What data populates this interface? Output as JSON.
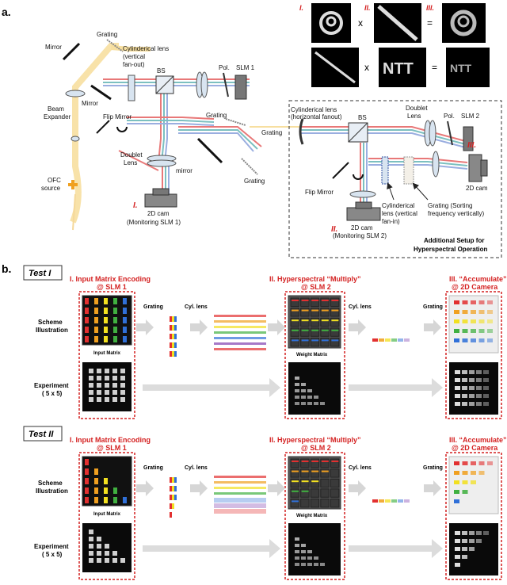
{
  "panel_a": {
    "label": "a.",
    "labels": {
      "grating_top": "Grating",
      "mirror_top": "Mirror",
      "cyl_lens_l1": "Cylinderical lens",
      "cyl_lens_l2": "(vertical",
      "cyl_lens_l3": "fan-out)",
      "bs": "BS",
      "pol": "Pol.",
      "slm1": "SLM 1",
      "mirror_mid": "Mirror",
      "beam_expander_1": "Beam",
      "beam_expander_2": "Expander",
      "flip_mirror": "Flip Mirror",
      "grating_mid": "Grating",
      "doublet_1": "Doublet",
      "doublet_2": "Lens",
      "mirror_low": "mirror",
      "grating_low": "Grating",
      "ofc_1": "OFC",
      "ofc_2": "source",
      "stage_I": "I.",
      "cam1_1": "2D cam",
      "cam1_2": "(Monitoring SLM 1)"
    },
    "insets": {
      "row1_ops": [
        "x",
        "="
      ],
      "row2_ops": [
        "x",
        "="
      ],
      "roman": [
        "I.",
        "II.",
        "III."
      ],
      "ntt_text": "NTT"
    },
    "additional": {
      "grating_entry": "Grating",
      "cyl_h_1": "Cylinderical lens",
      "cyl_h_2": "(horizontal fanout)",
      "bs": "BS",
      "doublet_1": "Doublet",
      "doublet_2": "Lens",
      "pol": "Pol.",
      "slm2": "SLM 2",
      "stage_III": "III.",
      "cam_right": "2D cam",
      "flip_mirror": "Flip Mirror",
      "cyl_v_1": "Cylinderical",
      "cyl_v_2": "lens (vertical",
      "cyl_v_3": "fan-in)",
      "grating_sort_1": "Grating (Sorting",
      "grating_sort_2": "frequency vertically)",
      "stage_II": "II.",
      "cam2_1": "2D cam",
      "cam2_2": "(Monitoring SLM 2)",
      "box_title_1": "Additional Setup for",
      "box_title_2": "Hyperspectral Operation"
    }
  },
  "panel_b": {
    "label": "b.",
    "tests": [
      {
        "title": "Test I",
        "stage1_1": "I. Input Matrix Encoding",
        "stage1_2": "@ SLM 1",
        "stage2": "II. Hyperspectral “Multiply”",
        "stage2_sub": "@ SLM 2",
        "stage3": "III. “Accumulate”",
        "stage3_sub": "@ 2D Camera",
        "row1_1": "Scheme",
        "row1_2": "Illustration",
        "row2_1": "Experiment",
        "row2_2": "( 5 x 5)",
        "input_matrix": "Input Matrix",
        "weight_matrix": "Weight Matrix",
        "grating": "Grating",
        "cyl_lens": "Cyl. lens",
        "cyl_lens_2": "Cyl. lens",
        "grating_2": "Grating"
      },
      {
        "title": "Test II",
        "stage1_1": "I. Input Matrix Encoding",
        "stage1_2": "@ SLM 1",
        "stage2": "II. Hyperspectral “Multiply”",
        "stage2_sub": "@ SLM 2",
        "stage3": "III. “Accumulate”",
        "stage3_sub": "@ 2D Camera",
        "row1_1": "Scheme",
        "row1_2": "Illustration",
        "row2_1": "Experiment",
        "row2_2": "( 5 x 5)",
        "input_matrix": "Input Matrix",
        "weight_matrix": "Weight Matrix",
        "grating": "Grating",
        "cyl_lens": "Cyl. lens",
        "cyl_lens_2": "Cyl. lens",
        "grating_2": "Grating"
      }
    ]
  },
  "colors": {
    "accent_red": "#d42020",
    "spectrum": [
      "#e23030",
      "#f0a020",
      "#f2e020",
      "#40b040",
      "#3070d8",
      "#8040b0"
    ],
    "beam_yellow": "#f7dfa0",
    "beam_red": "#e87878",
    "beam_teal": "#7cc0c0",
    "beam_blue": "#9aaee0"
  }
}
